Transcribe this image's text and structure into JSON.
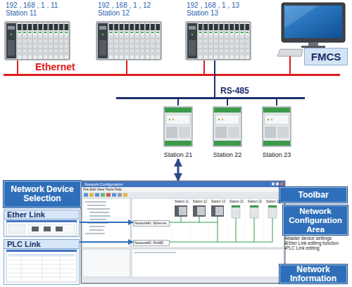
{
  "diagram": {
    "nodes": [
      {
        "text": [
          "192 , 168 , 1 , 11",
          "Station 11"
        ]
      },
      {
        "text": [
          "192 , 168 , 1 , 12",
          "Station 12"
        ]
      },
      {
        "text": [
          "192 , 168 , 1 , 13",
          "Station 13"
        ]
      },
      {
        "text": [
          "FMCS"
        ]
      },
      {
        "text": [
          "Ethernet"
        ]
      },
      {
        "text": [
          "RS-485"
        ]
      },
      {
        "text": [
          "Station 21"
        ]
      },
      {
        "text": [
          "Station 22"
        ]
      },
      {
        "text": [
          "Station 23"
        ]
      },
      {
        "text": [
          "Network Device Selection"
        ]
      },
      {
        "text": [
          "Network Configuration"
        ]
      },
      {
        "text": [
          "Network#1: Ethernet"
        ],
        "in": 10
      },
      {
        "text": [
          "Network#2: Rs485"
        ],
        "in": 10
      },
      {
        "text": [
          "Toolbar"
        ]
      },
      {
        "text": [
          "Ether Link"
        ]
      },
      {
        "text": [
          "Network Configuration Area"
        ]
      },
      {
        "text": [
          "PLC Link"
        ]
      },
      {
        "text": [
          "Network Information"
        ]
      }
    ],
    "edges": [
      {
        "from": 0,
        "to": 4,
        "arrow": "none"
      },
      {
        "from": 1,
        "to": 4,
        "arrow": "none"
      },
      {
        "from": 2,
        "to": 4,
        "arrow": "none"
      },
      {
        "from": 2,
        "to": 5,
        "arrow": "none"
      },
      {
        "from": 5,
        "to": 6,
        "arrow": "none"
      },
      {
        "from": 5,
        "to": 7,
        "arrow": "none"
      },
      {
        "from": 5,
        "to": 8,
        "arrow": "none"
      },
      {
        "from": 6,
        "to": 10,
        "arrow": "both"
      },
      {
        "from": 14,
        "to": 11,
        "arrow": "to"
      },
      {
        "from": 16,
        "to": 12,
        "arrow": "to"
      }
    ],
    "labels": [
      "File Edit View Tools Help",
      "Station 11",
      "Station 12",
      "Station 13",
      "Station 21",
      "Station 22",
      "Station 23",
      "•Master device settings",
      "•Ether Link editing function",
      "•PLC Link editing"
    ]
  }
}
